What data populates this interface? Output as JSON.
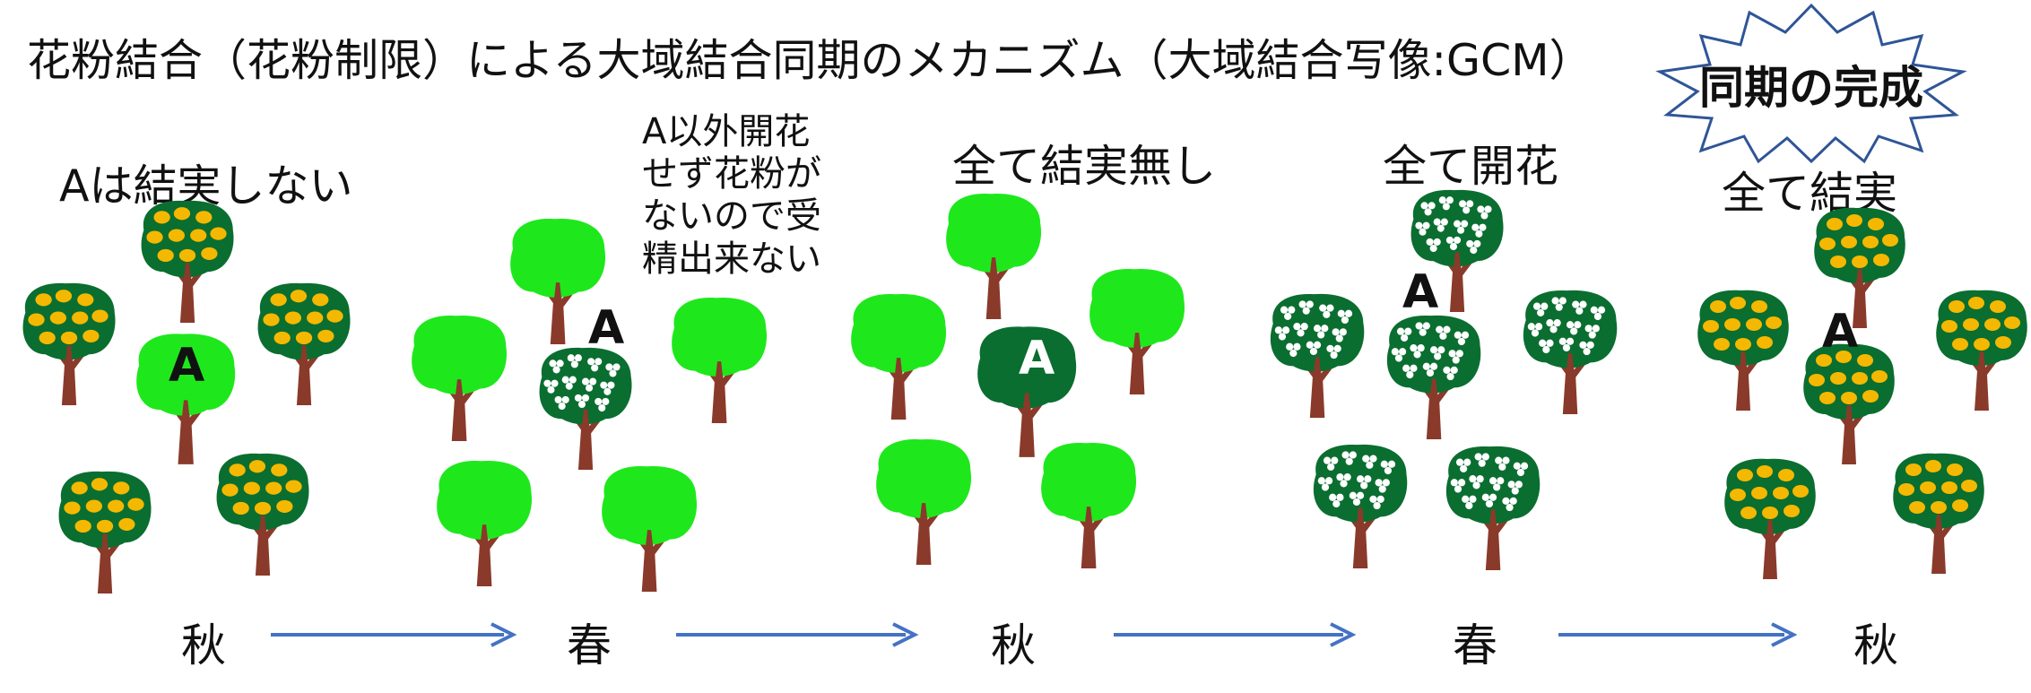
{
  "title": "花粉結合（花粉制限）による大域結合同期のメカニズム（大域結合写像:GCM）",
  "badge": "同期の完成",
  "stages": [
    {
      "caption": "Aは結実しない",
      "season": "秋",
      "tree_label": "A"
    },
    {
      "caption": "A以外開花せず花粉がないので受精出来ない",
      "season": "春",
      "tree_label": "A"
    },
    {
      "caption": "全て結実無し",
      "season": "秋",
      "tree_label": "A"
    },
    {
      "caption": "全て開花",
      "season": "春",
      "tree_label": "A"
    },
    {
      "caption": "全て結実",
      "season": "秋",
      "tree_label": "A"
    }
  ],
  "colors": {
    "dark_green": "#0a6e30",
    "light_green": "#1ee81c",
    "fruit": "#f5b800",
    "trunk": "#8a3a2a",
    "arrow": "#4472c4",
    "badge_stroke": "#2f5597"
  }
}
